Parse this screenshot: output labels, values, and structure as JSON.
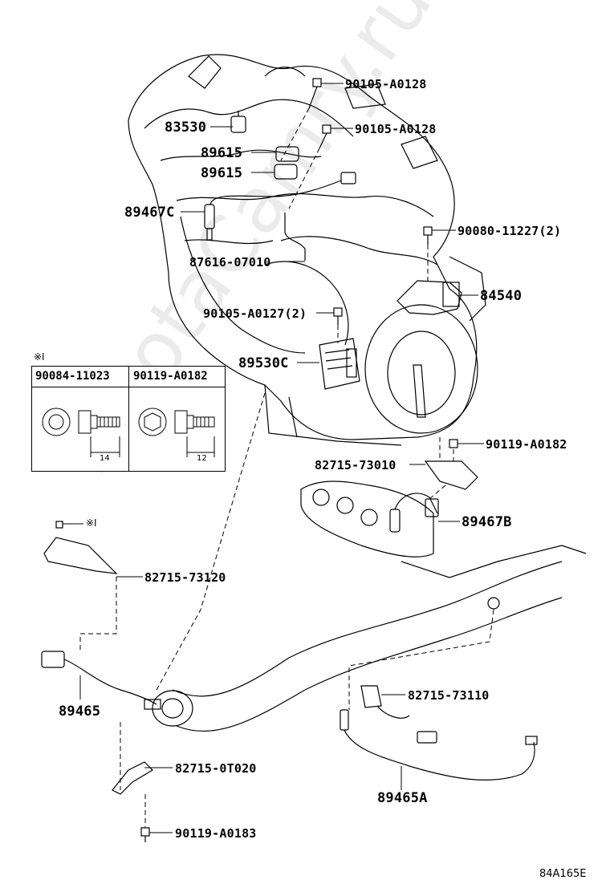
{
  "watermark": "ToyotaCamry.ru",
  "diagram_code": "84A165E",
  "inset": {
    "note_mark": "※I",
    "col1_part": "90084-11023",
    "col2_part": "90119-A0182",
    "col1_dim": "14",
    "col2_dim": "12"
  },
  "labels": {
    "p90105_a0128_top": "90105-A0128",
    "p83530": "83530",
    "p90105_a0128_mid": "90105-A0128",
    "p89615_a": "89615",
    "p89615_b": "89615",
    "p89467c": "89467C",
    "p90080_11227": "90080-11227(2)",
    "p87616_07010": "87616-07010",
    "p84540": "84540",
    "p90105_a0127": "90105-A0127(2)",
    "p89530c": "89530C",
    "p90119_a0182": "90119-A0182",
    "p82715_73010": "82715-73010",
    "p89467b": "89467B",
    "note_mark_side": "※I",
    "p82715_73120": "82715-73120",
    "p89465": "89465",
    "p82715_73110": "82715-73110",
    "p82715_0t020": "82715-0T020",
    "p89465a": "89465A",
    "p90119_a0183": "90119-A0183"
  }
}
